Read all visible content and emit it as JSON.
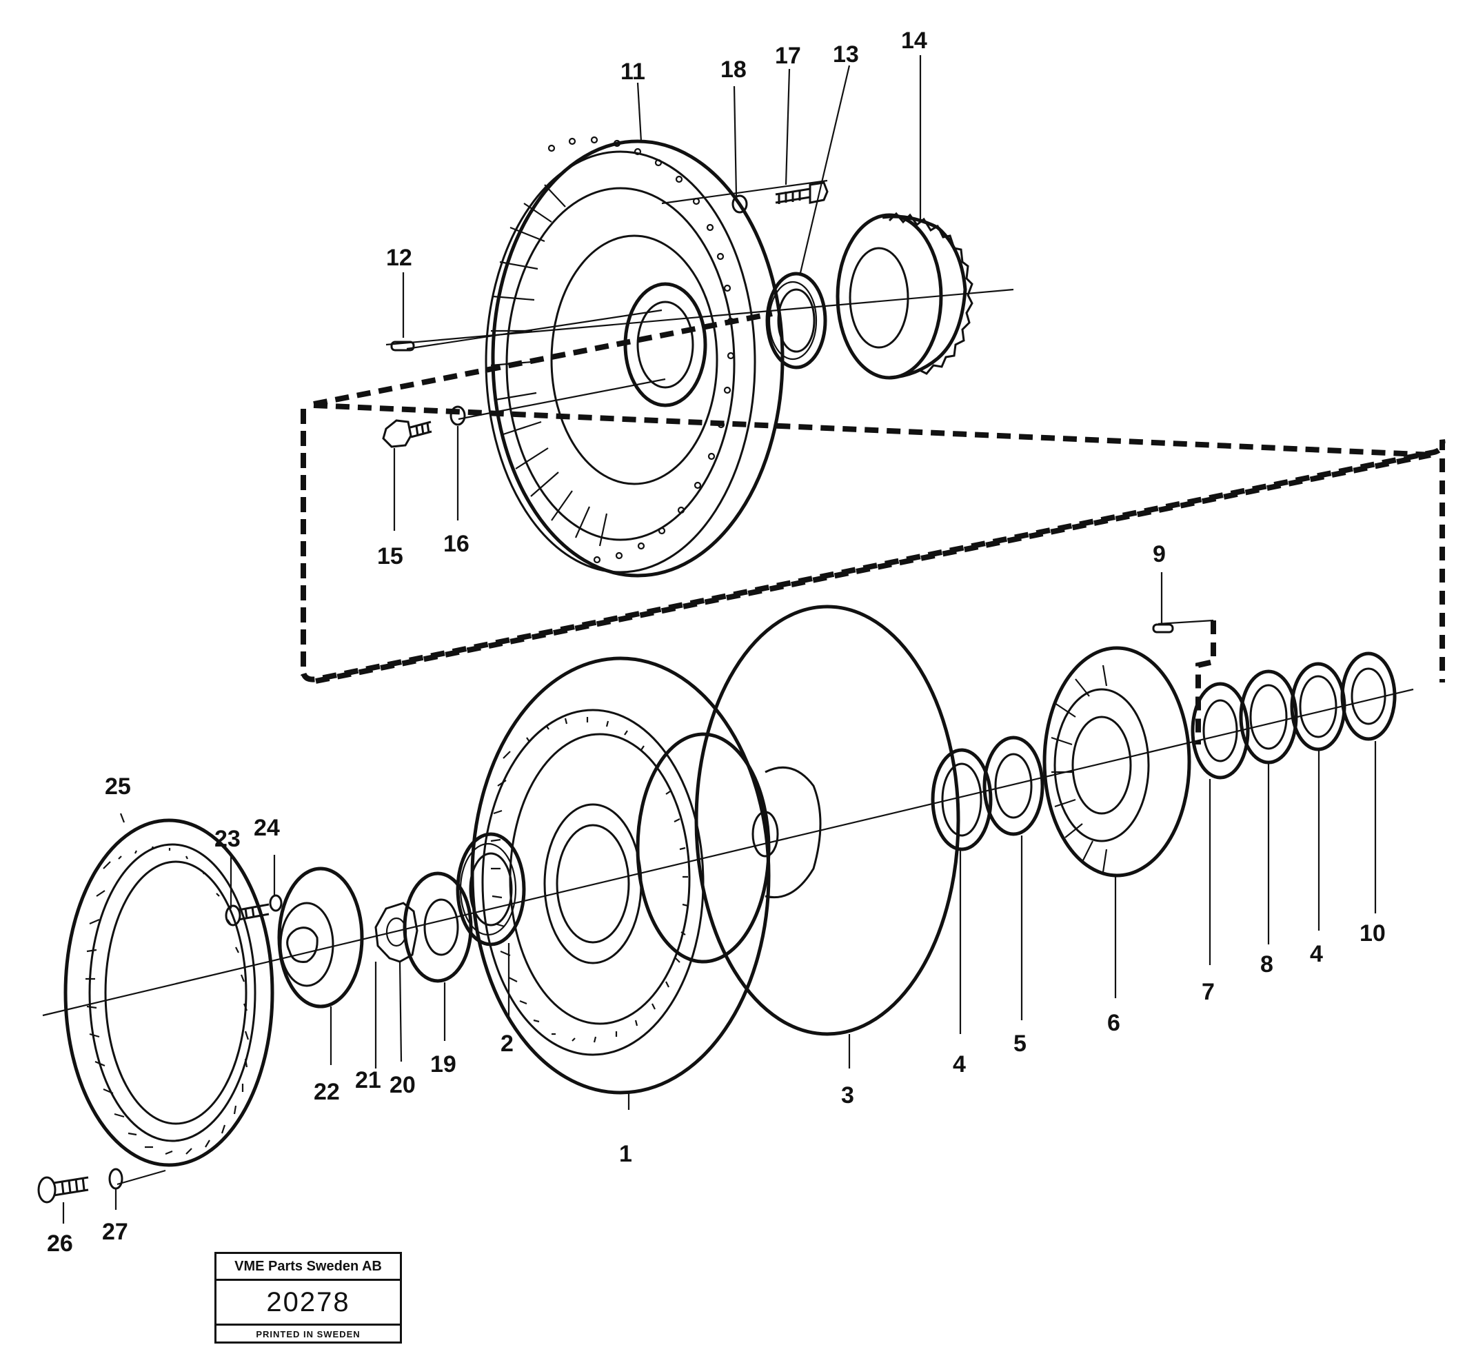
{
  "diagram": {
    "part_numbers": [
      "1",
      "2",
      "3",
      "4",
      "5",
      "6",
      "7",
      "8",
      "4",
      "10",
      "9",
      "11",
      "12",
      "13",
      "14",
      "15",
      "16",
      "17",
      "18",
      "19",
      "20",
      "21",
      "22",
      "23",
      "24",
      "25",
      "26",
      "27"
    ]
  },
  "title_block": {
    "company": "VME Parts Sweden AB",
    "drawing_number": "20278",
    "printed": "PRINTED IN SWEDEN"
  },
  "colors": {
    "ink": "#111111",
    "paper": "#ffffff"
  }
}
